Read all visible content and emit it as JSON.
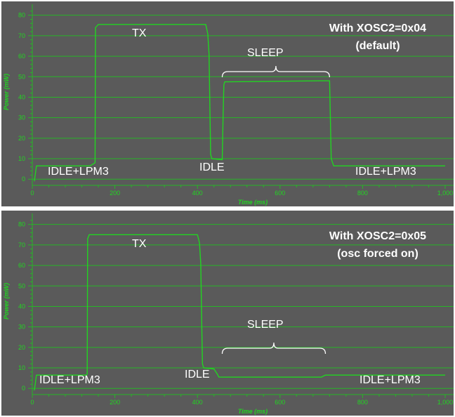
{
  "chart_data": [
    {
      "type": "line",
      "title": "",
      "xlabel": "Time (ms)",
      "ylabel": "Power (mW)",
      "xlim": [
        0,
        1000
      ],
      "ylim": [
        -3,
        84
      ],
      "x_ticks": [
        "0",
        "200",
        "400",
        "600",
        "800",
        "1,000"
      ],
      "y_ticks": [
        "0",
        "10",
        "20",
        "30",
        "40",
        "50",
        "60",
        "70",
        "80"
      ],
      "grid": true,
      "line_color": "#22d422",
      "annotations": [
        "TX",
        "SLEEP",
        "IDLE",
        "IDLE+LPM3",
        "IDLE+LPM3"
      ],
      "corner_label": [
        "With XOSC2=0x04",
        "(default)"
      ],
      "series": [
        {
          "x": [
            5,
            10,
            140,
            152,
            153,
            160,
            175,
            420,
            425,
            428,
            432,
            435,
            460,
            462,
            464,
            466,
            700,
            705,
            720,
            724,
            730,
            1000
          ],
          "y": [
            -1,
            6.5,
            6.5,
            8,
            74,
            75.5,
            75.5,
            75.5,
            71,
            61,
            12,
            10,
            9.5,
            30,
            46,
            47.5,
            48,
            48,
            48,
            10,
            6.5,
            6.5
          ]
        }
      ],
      "brace": [
        460,
        720
      ]
    },
    {
      "type": "line",
      "title": "",
      "xlabel": "Time (ms)",
      "ylabel": "Power (mW)",
      "xlim": [
        0,
        1000
      ],
      "ylim": [
        -3,
        84
      ],
      "x_ticks": [
        "0",
        "200",
        "400",
        "600",
        "800",
        "1,000"
      ],
      "y_ticks": [
        "0",
        "10",
        "20",
        "30",
        "40",
        "50",
        "60",
        "70",
        "80"
      ],
      "grid": true,
      "line_color": "#22d422",
      "annotations": [
        "TX",
        "SLEEP",
        "IDLE",
        "IDLE+LPM3",
        "IDLE+LPM3"
      ],
      "corner_label": [
        "With XOSC2=0x05",
        "(osc forced on)"
      ],
      "series": [
        {
          "x": [
            5,
            10,
            130,
            133,
            134,
            138,
            155,
            400,
            405,
            408,
            412,
            415,
            440,
            448,
            452,
            700,
            705,
            710,
            1000
          ],
          "y": [
            -1,
            6.5,
            6.5,
            7,
            73,
            75,
            75,
            75,
            71,
            61,
            12,
            10,
            9.5,
            7,
            5.5,
            5.5,
            6,
            6.5,
            6.5
          ]
        }
      ],
      "brace": [
        460,
        710
      ]
    }
  ]
}
